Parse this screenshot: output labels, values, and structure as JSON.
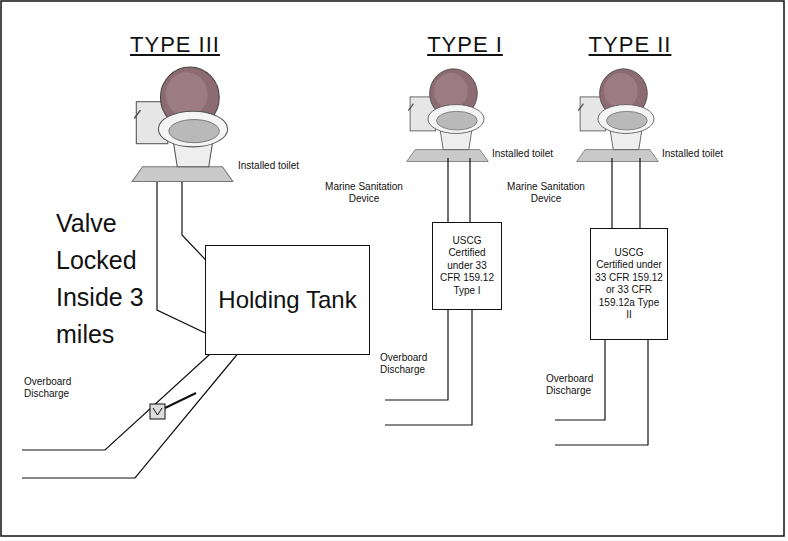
{
  "diagram": {
    "nodes": [
      {
        "text": [
          "Holding Tank"
        ]
      },
      {
        "text": [
          "USCG Certified under 33 CFR 159.12 Type I"
        ]
      },
      {
        "text": [
          "USCG Certified under 33 CFR 159.12 or 33 CFR 159.12a Type II"
        ]
      }
    ],
    "labels": [
      "TYPE III",
      "TYPE I",
      "TYPE II",
      "Installed toilet",
      "Valve Locked Inside 3 miles",
      "Overboard Discharge",
      "Installed toilet",
      "Marine Sanitation Device",
      "Overboard Discharge",
      "Installed toilet",
      "Marine Sanitation Device",
      "Overboard Discharge"
    ]
  }
}
